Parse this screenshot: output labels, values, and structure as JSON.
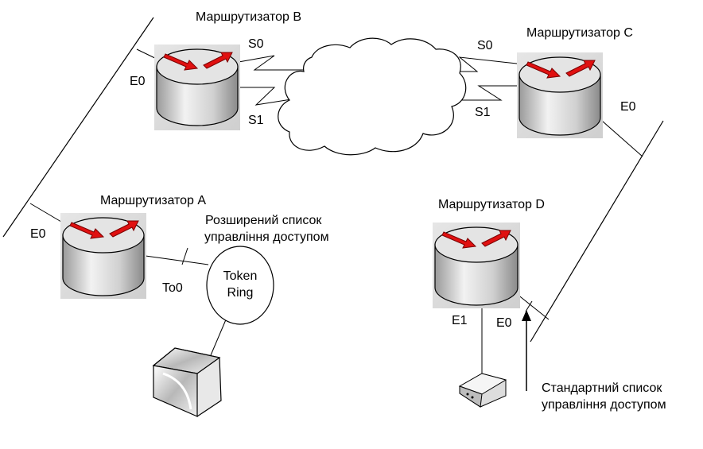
{
  "routers": {
    "a": {
      "title": "Маршрутизатор A",
      "e0": "E0",
      "to0": "To0"
    },
    "b": {
      "title": "Маршрутизатор B",
      "e0": "E0",
      "s0": "S0",
      "s1": "S1"
    },
    "c": {
      "title": "Маршрутизатор C",
      "e0": "E0",
      "s0": "S0",
      "s1": "S1"
    },
    "d": {
      "title": "Маршрутизатор D",
      "e0": "E0",
      "e1": "E1"
    }
  },
  "token_ring": {
    "line1": "Token",
    "line2": "Ring"
  },
  "acl_extended": {
    "line1": "Розширений список",
    "line2": "управління доступом"
  },
  "acl_standard": {
    "line1": "Стандартний список",
    "line2": "управління доступом"
  },
  "colors": {
    "arrow": "#e01010",
    "router_body": "#d9d9d9",
    "line": "#000000"
  }
}
